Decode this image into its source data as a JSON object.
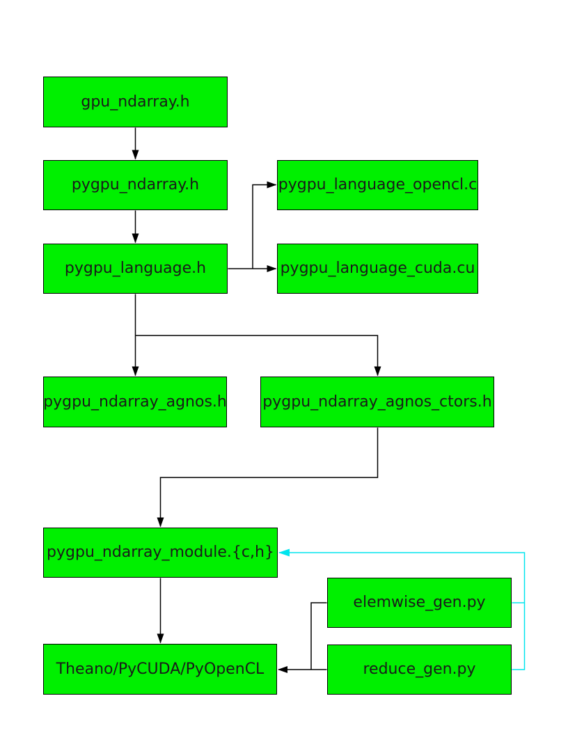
{
  "colors": {
    "node_fill": "#00f000",
    "node_border": "#000000",
    "edge_default": "#000000",
    "edge_feedback": "#00e5ee",
    "text": "#1a1a1a",
    "background": "#ffffff"
  },
  "diagram": {
    "type": "flowchart",
    "nodes": [
      {
        "id": "gpu_ndarray_h",
        "label": "gpu_ndarray.h"
      },
      {
        "id": "pygpu_ndarray_h",
        "label": "pygpu_ndarray.h"
      },
      {
        "id": "pygpu_language_opencl_c",
        "label": "pygpu_language_opencl.c"
      },
      {
        "id": "pygpu_language_h",
        "label": "pygpu_language.h"
      },
      {
        "id": "pygpu_language_cuda_cu",
        "label": "pygpu_language_cuda.cu"
      },
      {
        "id": "pygpu_ndarray_agnos_h",
        "label": "pygpu_ndarray_agnos.h"
      },
      {
        "id": "pygpu_ndarray_agnos_ctors_h",
        "label": "pygpu_ndarray_agnos_ctors.h"
      },
      {
        "id": "pygpu_ndarray_module_ch",
        "label": "pygpu_ndarray_module.{c,h}"
      },
      {
        "id": "elemwise_gen_py",
        "label": "elemwise_gen.py"
      },
      {
        "id": "reduce_gen_py",
        "label": "reduce_gen.py"
      },
      {
        "id": "theano_pycuda_pyopencl",
        "label": "Theano/PyCUDA/PyOpenCL"
      }
    ],
    "edges": [
      {
        "from": "gpu_ndarray_h",
        "to": "pygpu_ndarray_h",
        "color": "#000000"
      },
      {
        "from": "pygpu_ndarray_h",
        "to": "pygpu_language_h",
        "color": "#000000"
      },
      {
        "from": "pygpu_language_h",
        "to": "pygpu_language_opencl_c",
        "color": "#000000"
      },
      {
        "from": "pygpu_language_h",
        "to": "pygpu_language_cuda_cu",
        "color": "#000000"
      },
      {
        "from": "pygpu_language_h",
        "to": "pygpu_ndarray_agnos_h",
        "color": "#000000"
      },
      {
        "from": "pygpu_language_h",
        "to": "pygpu_ndarray_agnos_ctors_h",
        "color": "#000000"
      },
      {
        "from": "pygpu_ndarray_agnos_ctors_h",
        "to": "pygpu_ndarray_module_ch",
        "color": "#000000"
      },
      {
        "from": "pygpu_ndarray_module_ch",
        "to": "theano_pycuda_pyopencl",
        "color": "#000000"
      },
      {
        "from": "elemwise_gen_py",
        "to": "theano_pycuda_pyopencl",
        "color": "#000000"
      },
      {
        "from": "reduce_gen_py",
        "to": "theano_pycuda_pyopencl",
        "color": "#000000"
      },
      {
        "from": "elemwise_gen_py",
        "to": "pygpu_ndarray_module_ch",
        "color": "#00e5ee"
      },
      {
        "from": "reduce_gen_py",
        "to": "pygpu_ndarray_module_ch",
        "color": "#00e5ee"
      }
    ]
  }
}
